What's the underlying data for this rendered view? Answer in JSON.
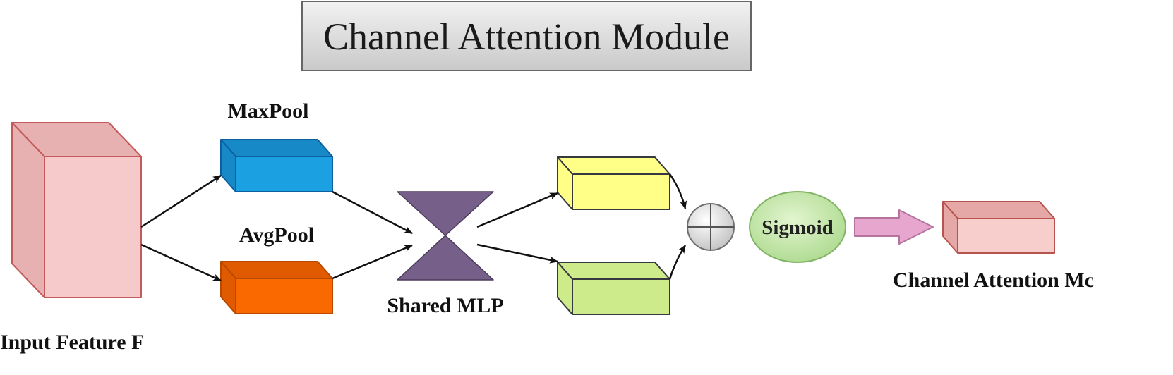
{
  "title": "Channel Attention Module",
  "labels": {
    "input": "Input Feature F",
    "maxpool": "MaxPool",
    "avgpool": "AvgPool",
    "mlp": "Shared MLP",
    "sigmoid": "Sigmoid",
    "output": "Channel Attention Mc"
  },
  "colors": {
    "input_fill": "#F6CACA",
    "input_side": "#E7B1B1",
    "input_stroke": "#C45B5B",
    "maxpool_fill": "#1BA1E2",
    "maxpool_side": "#1689C6",
    "maxpool_stroke": "#0E5FA0",
    "avgpool_fill": "#FA6800",
    "avgpool_side": "#E05A00",
    "avgpool_stroke": "#B84A00",
    "mlp_fill": "#76608A",
    "yellow_fill": "#FFFF88",
    "yellow_stroke": "#36393D",
    "green_fill": "#CDEB8B",
    "green_stroke": "#36393D",
    "sigmoid_fill": "#C4E6A4",
    "sigmoid_stroke": "#82B366",
    "output_fill": "#F8CECC",
    "output_side": "#E6A8A6",
    "output_stroke": "#B85450",
    "arrow_fill": "#E6A6CE",
    "arrow_stroke": "#B5739D"
  }
}
